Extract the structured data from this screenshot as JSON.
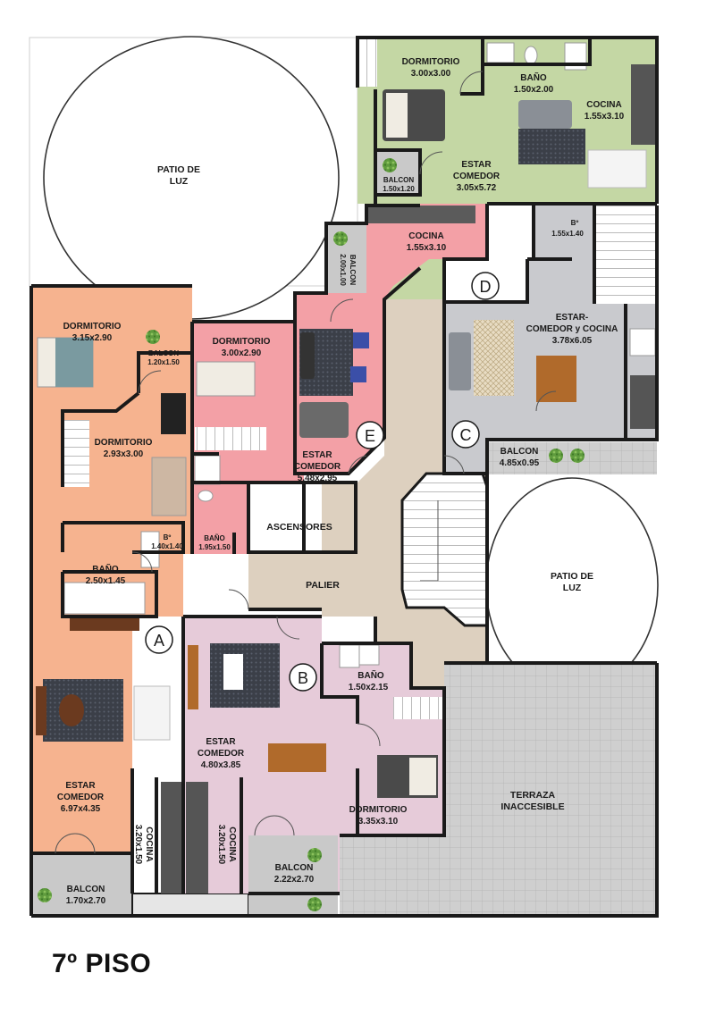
{
  "floor_title": "7º PISO",
  "colors": {
    "unit_a": "#f6b38f",
    "unit_b": "#e6cbd9",
    "unit_c": "#c9cace",
    "unit_d": "#c4d7a4",
    "unit_e": "#f3a0a6",
    "common": "#ddd0bf",
    "terrace": "#c9c9c9",
    "balcony": "#c9c9c9",
    "wall": "#1a1a1a"
  },
  "units": {
    "a": "A",
    "b": "B",
    "c": "C",
    "d": "D",
    "e": "E"
  },
  "patios": {
    "top_left": {
      "l1": "PATIO DE",
      "l2": "LUZ"
    },
    "right": {
      "l1": "PATIO DE",
      "l2": "LUZ"
    }
  },
  "rooms": {
    "d_dormitorio": {
      "name": "DORMITORIO",
      "size": "3.00x3.00"
    },
    "d_bano": {
      "name": "BAÑO",
      "size": "1.50x2.00"
    },
    "d_cocina": {
      "name": "COCINA",
      "size": "1.55x3.10"
    },
    "d_balcon": {
      "name": "BALCON",
      "size": "1.50x1.20"
    },
    "d_estar": {
      "l1": "ESTAR",
      "l2": "COMEDOR",
      "size": "3.05x5.72"
    },
    "e_cocina": {
      "name": "COCINA",
      "size": "1.55x3.10"
    },
    "e_balcon": {
      "name": "BALCON",
      "size": "2.00x1.00"
    },
    "e_dormitorio": {
      "name": "DORMITORIO",
      "size": "3.00x2.90"
    },
    "e_estar": {
      "l1": "ESTAR",
      "l2": "COMEDOR",
      "size": "5.48x2.95"
    },
    "e_bano": {
      "name": "BAÑO",
      "size": "1.95x1.50"
    },
    "c_bano": {
      "name": "Bº",
      "size": "1.55x1.40"
    },
    "c_estar": {
      "l1": "ESTAR-",
      "l2": "COMEDOR y COCINA",
      "size": "3.78x6.05"
    },
    "c_balcon": {
      "name": "BALCON",
      "size": "4.85x0.95"
    },
    "a_dormitorio1": {
      "name": "DORMITORIO",
      "size": "3.15x2.90"
    },
    "a_balcon_small": {
      "name": "BALCON",
      "size": "1.20x1.50"
    },
    "a_dormitorio2": {
      "name": "DORMITORIO",
      "size": "2.93x3.00"
    },
    "a_bano_small": {
      "name": "Bº",
      "size": "1.40x1.40"
    },
    "a_bano": {
      "name": "BAÑO",
      "size": "2.50x1.45"
    },
    "a_estar": {
      "l1": "ESTAR",
      "l2": "COMEDOR",
      "size": "6.97x4.35"
    },
    "a_cocina": {
      "name": "COCINA",
      "size": "3.20x1.50"
    },
    "a_balcon": {
      "name": "BALCON",
      "size": "1.70x2.70"
    },
    "b_bano": {
      "name": "BAÑO",
      "size": "1.50x2.15"
    },
    "b_estar": {
      "l1": "ESTAR",
      "l2": "COMEDOR",
      "size": "4.80x3.85"
    },
    "b_cocina": {
      "name": "COCINA",
      "size": "3.20x1.50"
    },
    "b_dormitorio": {
      "name": "DORMITORIO",
      "size": "3.35x3.10"
    },
    "b_balcon": {
      "name": "BALCON",
      "size": "2.22x2.70"
    }
  },
  "common": {
    "ascensores": "ASCENSORES",
    "palier": "PALIER",
    "terraza_l1": "TERRAZA",
    "terraza_l2": "INACCESIBLE"
  }
}
